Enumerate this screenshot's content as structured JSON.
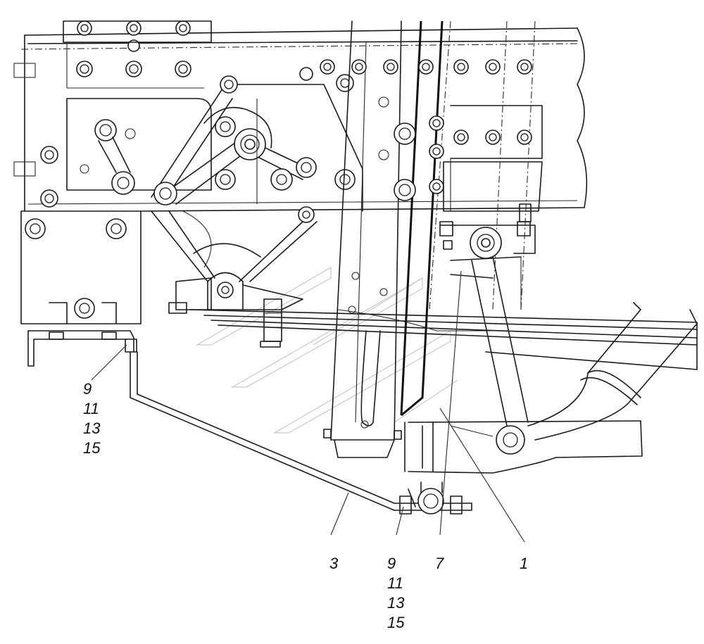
{
  "diagram": {
    "callouts": {
      "left_group": [
        "9",
        "11",
        "13",
        "15"
      ],
      "part_3": "3",
      "bottom_group": [
        "9",
        "11",
        "13",
        "15"
      ],
      "part_7": "7",
      "part_1": "1"
    }
  }
}
